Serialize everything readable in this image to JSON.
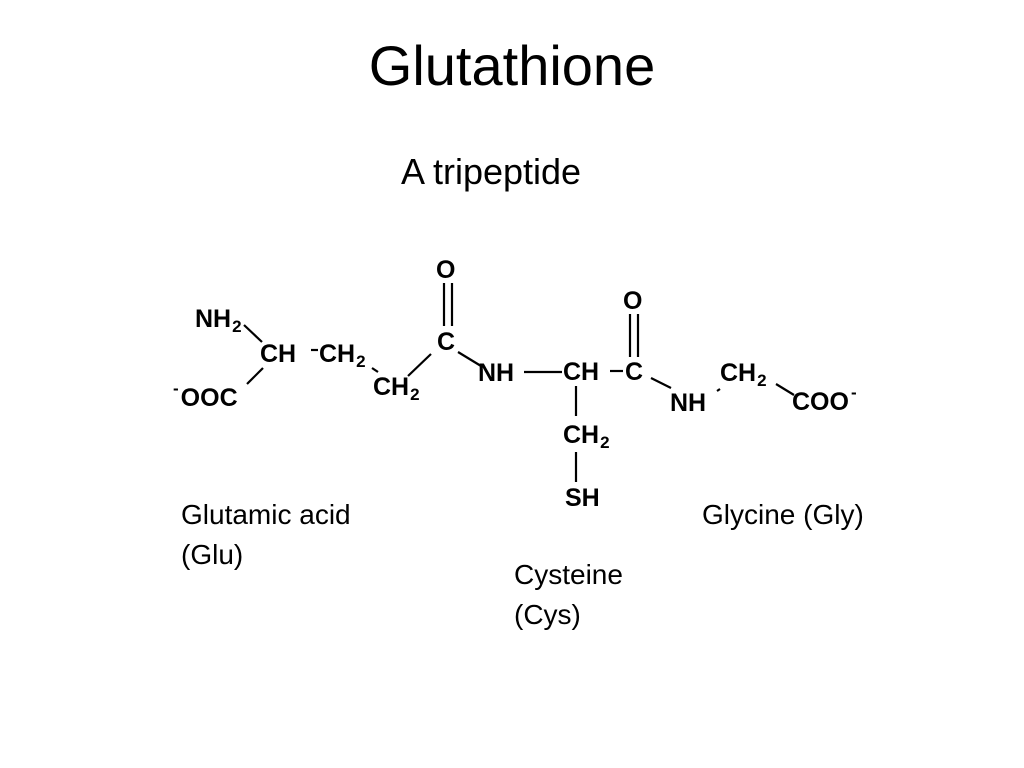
{
  "title": "Glutathione",
  "subtitle": "A tripeptide",
  "atoms": {
    "nh2_glu": {
      "main": "NH",
      "sub": "2"
    },
    "ch_glu": {
      "main": "CH"
    },
    "ch2_glu_a": {
      "main": "CH",
      "sub": "2"
    },
    "ooc": {
      "sup": "-",
      "main": "OOC"
    },
    "ch2_glu_b": {
      "main": "CH",
      "sub": "2"
    },
    "c_amide1": {
      "main": "C"
    },
    "o_amide1": {
      "main": "O"
    },
    "nh_1": {
      "main": "NH"
    },
    "ch_cys": {
      "main": "CH"
    },
    "c_amide2": {
      "main": "C"
    },
    "o_amide2": {
      "main": "O"
    },
    "ch2_cys": {
      "main": "CH",
      "sub": "2"
    },
    "sh": {
      "main": "SH"
    },
    "nh_2": {
      "main": "NH"
    },
    "ch2_gly": {
      "main": "CH",
      "sub": "2"
    },
    "coo": {
      "main": "COO",
      "sup": "-"
    }
  },
  "labels": {
    "glu_line1": "Glutamic acid",
    "glu_line2": "(Glu)",
    "cys_line1": "Cysteine",
    "cys_line2": "(Cys)",
    "gly": "Glycine (Gly)"
  }
}
